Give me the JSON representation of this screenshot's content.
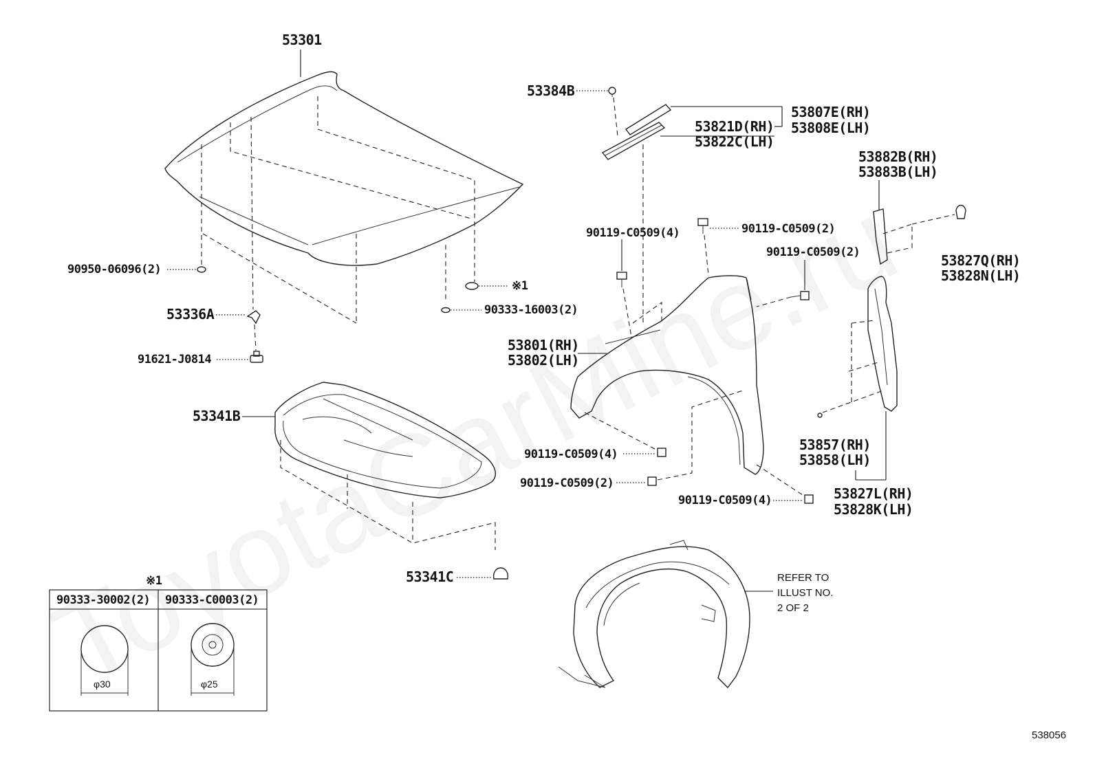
{
  "diagram_id": "538056",
  "watermark": "ToyotaCarMine.ru",
  "labels": {
    "hood": "53301",
    "hood_stay_clip": "90950-06096(2)",
    "hood_seal_ref": "※1",
    "hood_cushion": "90333-16003(2)",
    "hood_hinge_clip": "53336A",
    "hood_bolt": "91621-J0814",
    "hood_insulator": "53341B",
    "insulator_clip": "53341C",
    "fender_clip_top": "53384B",
    "fender_seal_upper_rh": "53807E(RH)",
    "fender_seal_upper_lh": "53808E(LH)",
    "fender_seal_lower_rh": "53821D(RH)",
    "fender_seal_lower_lh": "53822C(LH)",
    "bracket_rh": "53882B(RH)",
    "bracket_lh": "53883B(LH)",
    "bolt_a": "90119-C0509(4)",
    "bolt_b": "90119-C0509(2)",
    "bolt_c": "90119-C0509(2)",
    "clip_rh": "53827Q(RH)",
    "clip_lh": "53828N(LH)",
    "fender_rh": "53801(RH)",
    "fender_lh": "53802(LH)",
    "bolt_d": "90119-C0509(4)",
    "bolt_e": "90119-C0509(2)",
    "bolt_f": "90119-C0509(4)",
    "seal_pad_rh": "53857(RH)",
    "seal_pad_lh": "53858(LH)",
    "liner_rh": "53827L(RH)",
    "liner_lh": "53828K(LH)"
  },
  "refer_note": [
    "REFER TO",
    "ILLUST NO.",
    "2 OF 2"
  ],
  "callout_table": {
    "mark": "※1",
    "col1_part": "90333-30002(2)",
    "col2_part": "90333-C0003(2)",
    "col1_dim": "φ30",
    "col2_dim": "φ25"
  }
}
